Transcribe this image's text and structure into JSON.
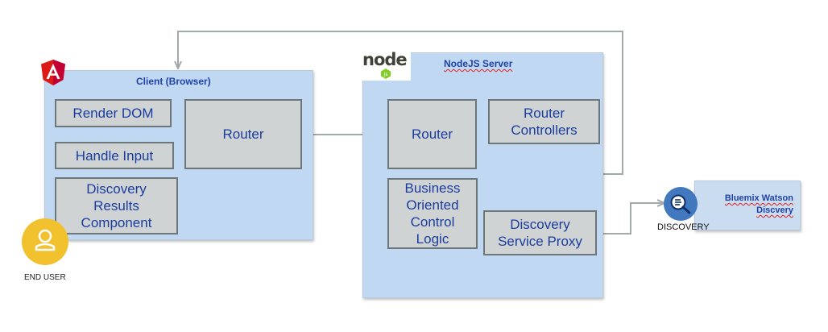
{
  "client": {
    "title": "Client (Browser)",
    "render_dom": "Render DOM",
    "handle_input": "Handle Input",
    "discovery_results": "Discovery Results Component",
    "router": "Router"
  },
  "server": {
    "logo_text": "node",
    "title": "NodeJS Server",
    "router": "Router",
    "router_controllers": "Router Controllers",
    "business_logic": "Business Oriented Control Logic",
    "discovery_proxy": "Discovery Service Proxy"
  },
  "discovery": {
    "icon_label": "DISCOVERY",
    "service_line1": "Bluemix Watson",
    "service_line2": "Discvery"
  },
  "end_user": {
    "label": "END USER"
  },
  "colors": {
    "container": "#c0d8f2",
    "box": "#d0d3d4",
    "box_border": "#6d7678",
    "text": "#1a3d9e",
    "arrow": "#a3a8ab",
    "angular_red": "#dd1b16",
    "user_yellow": "#f2c12e",
    "discovery_blue": "#4178be"
  },
  "icons": [
    "angular-logo-icon",
    "nodejs-logo-icon",
    "end-user-icon",
    "discovery-icon"
  ]
}
